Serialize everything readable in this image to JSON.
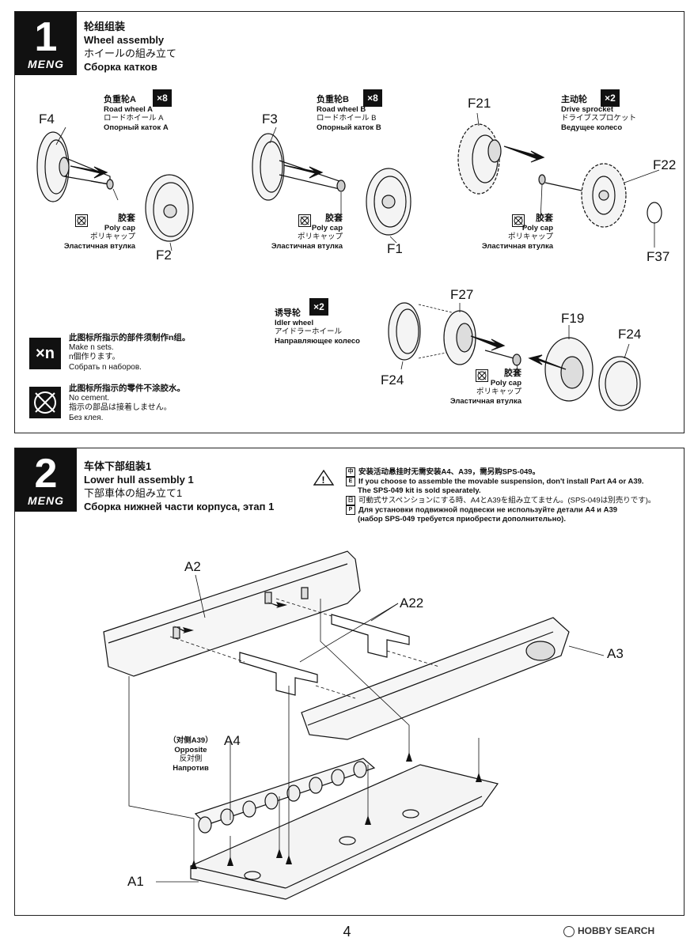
{
  "step1": {
    "number": "1",
    "brand": "MENG",
    "title_zh": "轮组组装",
    "title_en": "Wheel assembly",
    "title_ja": "ホイールの組み立て",
    "title_ru": "Сборка катков",
    "road_wheel_a": {
      "zh": "负重轮A",
      "en": "Road wheel A",
      "ja": "ロードホイール A",
      "ru": "Опорный каток A",
      "qty": "×8"
    },
    "road_wheel_b": {
      "zh": "负重轮B",
      "en": "Road wheel B",
      "ja": "ロードホイール B",
      "ru": "Опорный каток B",
      "qty": "×8"
    },
    "drive_sprocket": {
      "zh": "主动轮",
      "en": "Drive sprocket",
      "ja": "ドライブスプロケット",
      "ru": "Ведущее колесо",
      "qty": "×2"
    },
    "idler_wheel": {
      "zh": "诱导轮",
      "en": "Idler wheel",
      "ja": "アイドラーホイール",
      "ru": "Направляющее колесо",
      "qty": "×2"
    },
    "poly_cap": {
      "zh": "胶套",
      "en": "Poly cap",
      "ja": "ポリキャップ",
      "ru": "Эластичная втулка"
    },
    "parts": {
      "f4": "F4",
      "f2": "F2",
      "f3": "F3",
      "f1": "F1",
      "f21": "F21",
      "f22": "F22",
      "f37": "F37",
      "f27": "F27",
      "f19": "F19",
      "f24a": "F24",
      "f24b": "F24"
    },
    "legend_make": {
      "icon": "×n",
      "zh": "此图标所指示的部件须制作n组。",
      "en": "Make n sets.",
      "ja": "n個作ります。",
      "ru": "Собрать n наборов."
    },
    "legend_cement": {
      "zh": "此图标所指示的零件不涂胶水。",
      "en": "No cement.",
      "ja": "指示の部品は接着しません。",
      "ru": "Без клея."
    }
  },
  "step2": {
    "number": "2",
    "brand": "MENG",
    "title_zh": "车体下部组装1",
    "title_en": "Lower hull assembly 1",
    "title_ja": "下部車体の組み立て1",
    "title_ru": "Сборка нижней части корпуса, этап 1",
    "warning": {
      "zh": "安装活动悬挂时无需安装A4、A39，需另购SPS-049。",
      "en1": "If you choose to assemble the movable suspension, don't install Part A4 or A39.",
      "en2": "The SPS-049 kit is sold spearately.",
      "ja": "可動式サスペンションにする時、A4とA39を組み立てません。(SPS-049は別売りです)。",
      "ru1": "Для установки подвижной подвески не используйте детали A4 и A39",
      "ru2": "(набор SPS-049 требуется приобрести дополнительно).",
      "tags": [
        "中",
        "E",
        "日",
        "Р"
      ]
    },
    "opposite": {
      "zh": "（对侧A39）",
      "en": "Opposite",
      "ja": "反対側",
      "ru": "Напротив"
    },
    "parts": {
      "a2": "A2",
      "a22": "A22",
      "a3": "A3",
      "a4": "A4",
      "a1": "A1"
    }
  },
  "page_number": "4",
  "watermark": "HOBBY SEARCH"
}
